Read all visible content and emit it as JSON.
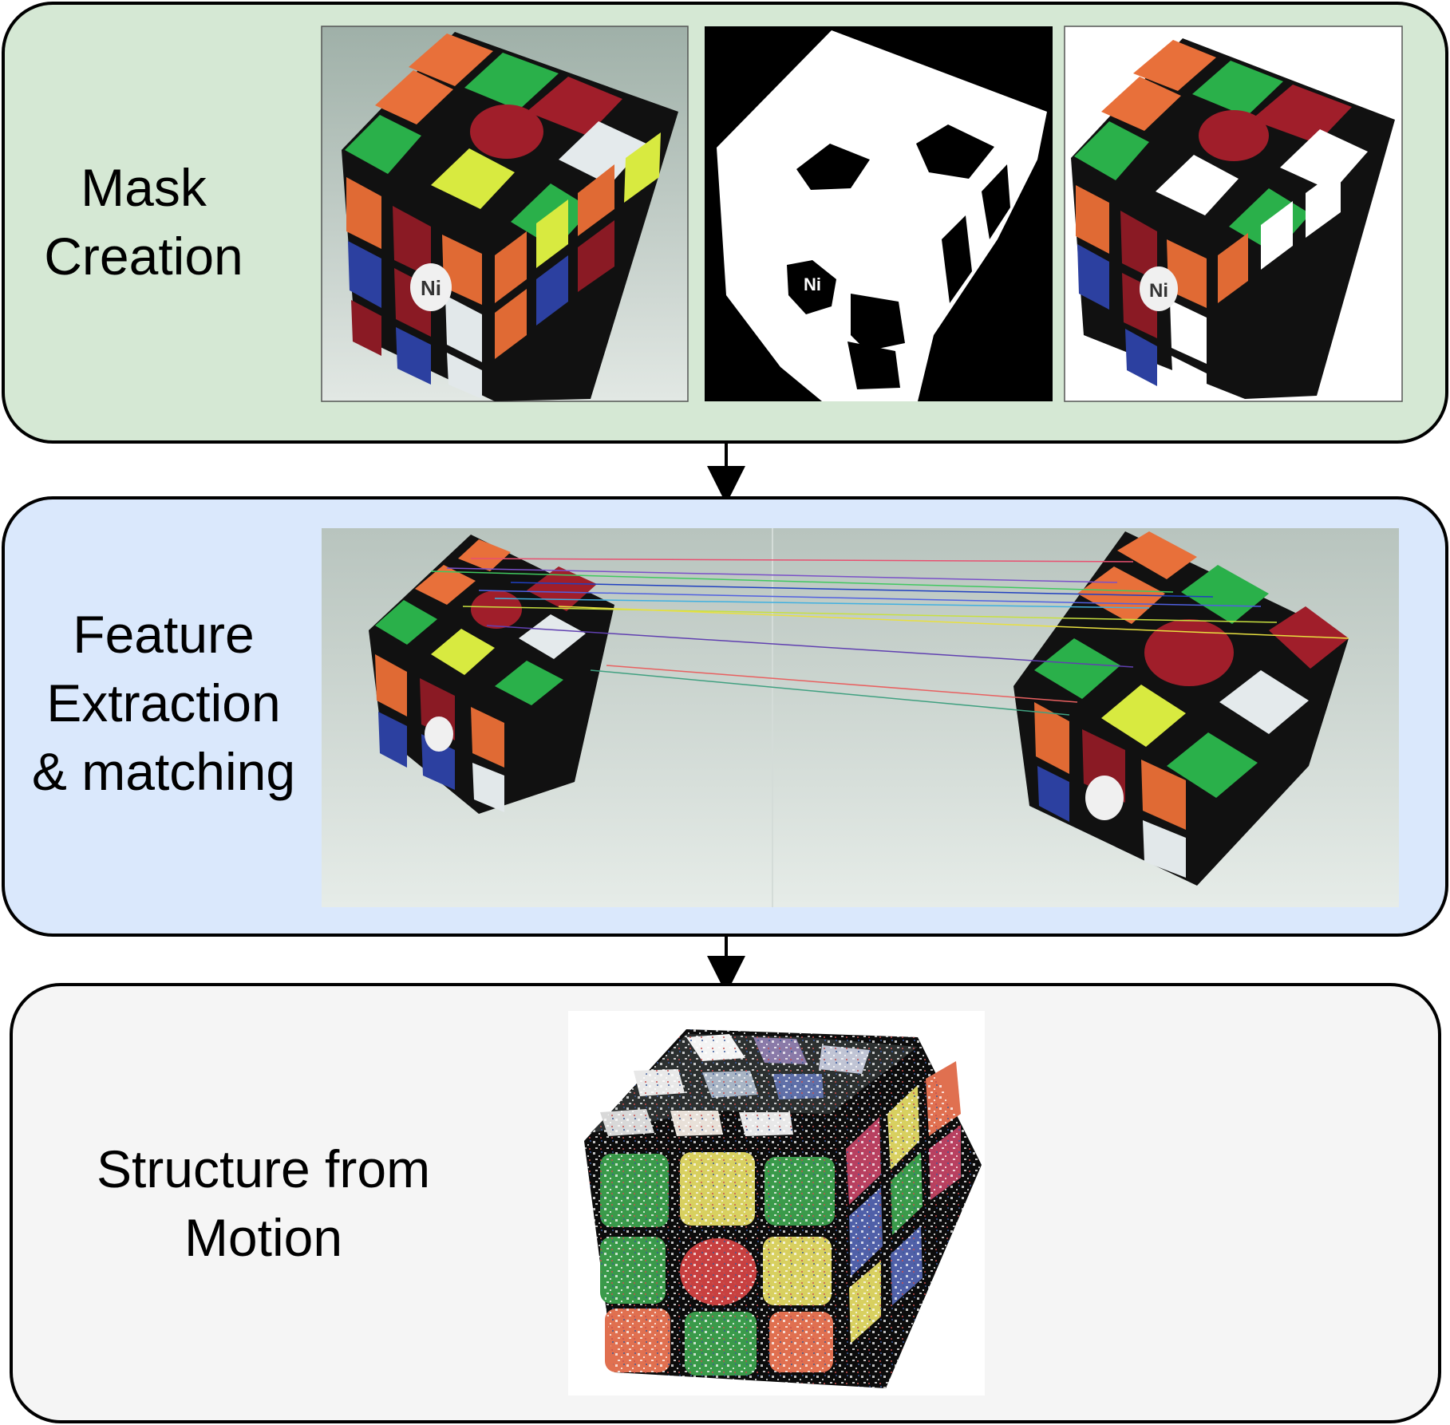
{
  "stages": [
    {
      "id": "mask",
      "label_lines": [
        "Mask",
        "Creation"
      ],
      "fill": "#d5e8d4"
    },
    {
      "id": "feature",
      "label_lines": [
        "Feature",
        "Extraction",
        "& matching"
      ],
      "fill": "#dae8fc"
    },
    {
      "id": "sfm",
      "label_lines": [
        "Structure from",
        "Motion"
      ],
      "fill": "#f5f5f5"
    }
  ],
  "cube_logo_text": "Ni",
  "colors": {
    "outline": "#000000",
    "cube_orange": "#e8703a",
    "cube_green": "#1e9e3c",
    "cube_red": "#9a1c28",
    "cube_white": "#e8eef0",
    "cube_yellow": "#d8e838",
    "cube_blue": "#2c3c8c",
    "photo_bg": "#c9d3cd"
  }
}
